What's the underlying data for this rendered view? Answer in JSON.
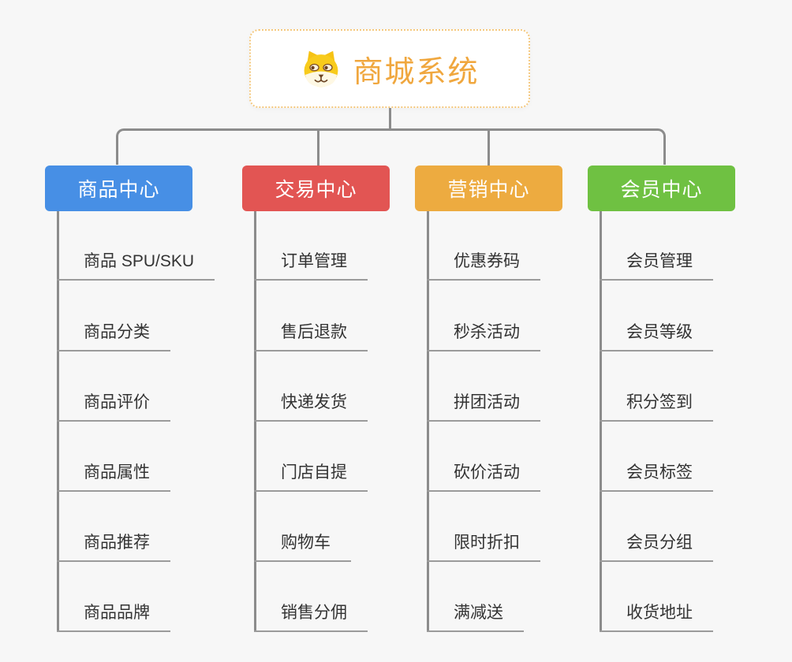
{
  "root": {
    "title": "商城系统",
    "icon": "dog-face-icon",
    "text_color": "#F0A73E",
    "border_color": "#F4C87E"
  },
  "connector_color": "#8C8C8C",
  "page_background": "#F7F7F7",
  "branches": [
    {
      "id": "product-center",
      "label": "商品中心",
      "color": "#478FE5",
      "items": [
        "商品 SPU/SKU",
        "商品分类",
        "商品评价",
        "商品属性",
        "商品推荐",
        "商品品牌"
      ]
    },
    {
      "id": "trade-center",
      "label": "交易中心",
      "color": "#E25553",
      "items": [
        "订单管理",
        "售后退款",
        "快递发货",
        "门店自提",
        "购物车",
        "销售分佣"
      ]
    },
    {
      "id": "marketing-center",
      "label": "营销中心",
      "color": "#EDAB40",
      "items": [
        "优惠券码",
        "秒杀活动",
        "拼团活动",
        "砍价活动",
        "限时折扣",
        "满减送"
      ]
    },
    {
      "id": "member-center",
      "label": "会员中心",
      "color": "#6FC142",
      "items": [
        "会员管理",
        "会员等级",
        "积分签到",
        "会员标签",
        "会员分组",
        "收货地址"
      ]
    }
  ]
}
